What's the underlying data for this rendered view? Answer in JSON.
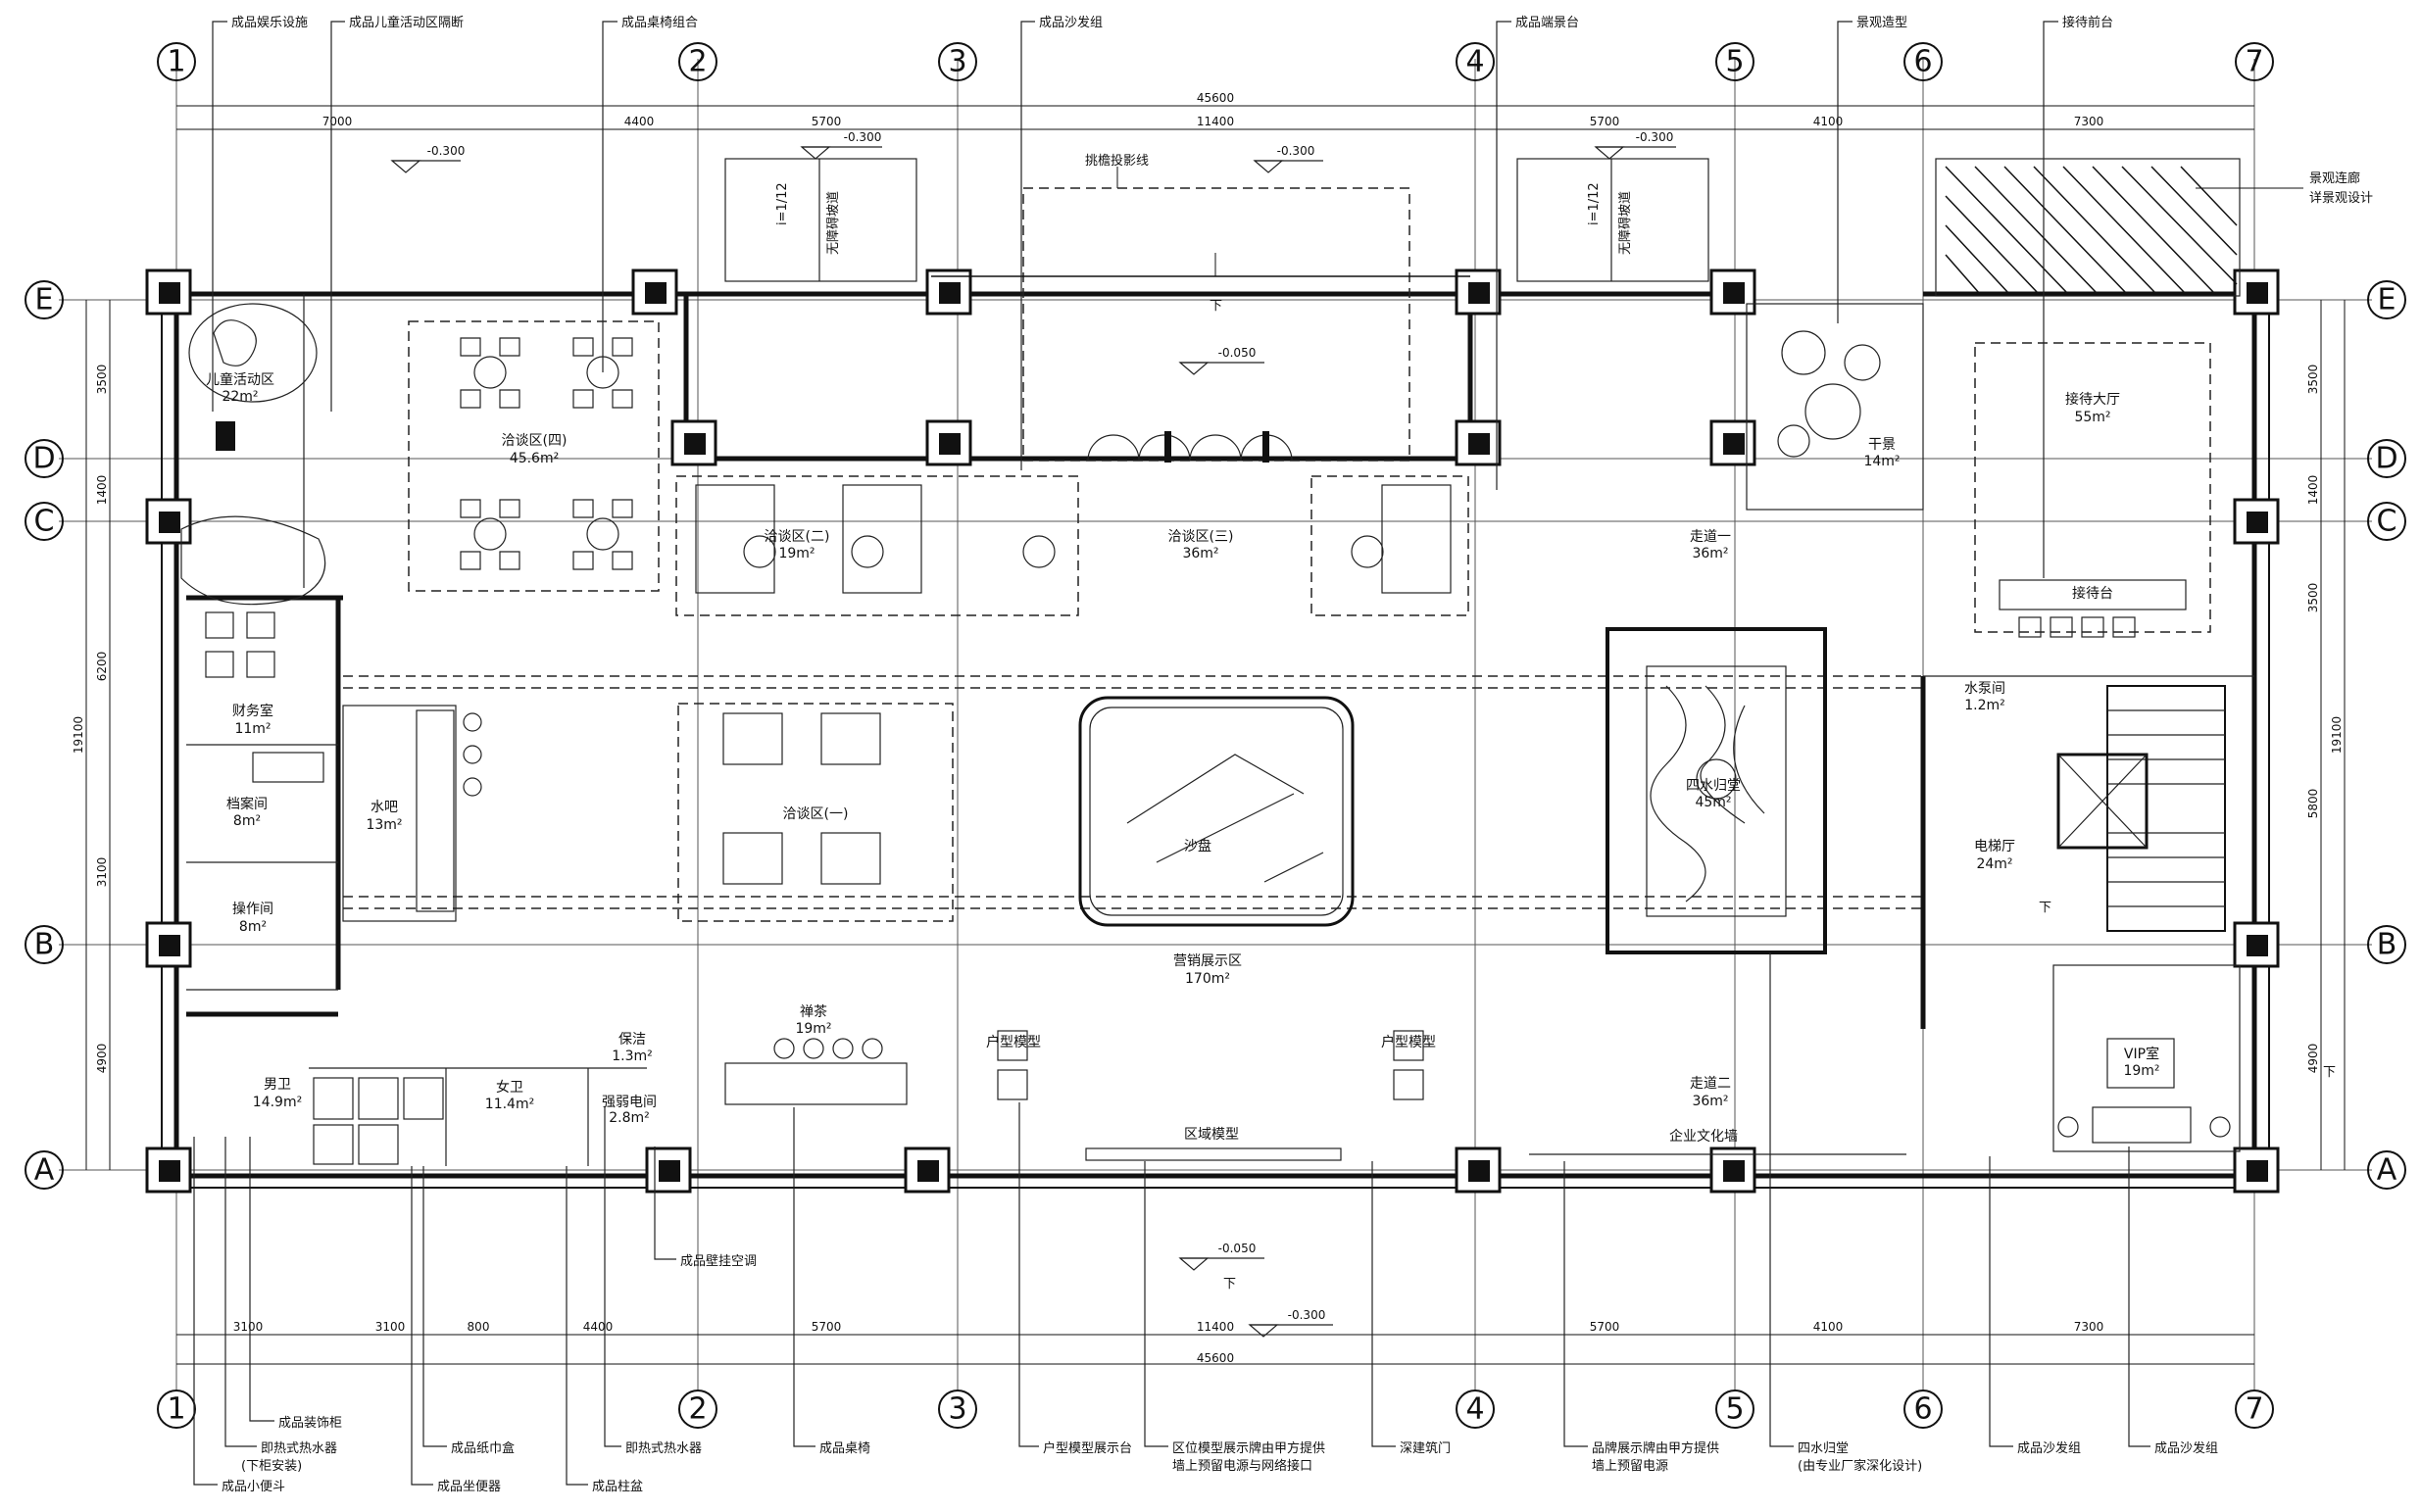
{
  "axes": {
    "numbers": [
      "1",
      "2",
      "3",
      "4",
      "5",
      "6",
      "7"
    ],
    "letters": [
      "E",
      "D",
      "C",
      "B",
      "A"
    ]
  },
  "dimensions": {
    "top_segments": [
      "7000",
      "4400",
      "5700",
      "11400",
      "5700",
      "4100",
      "7300"
    ],
    "top_total": "45600",
    "bottom_segments": [
      "3100",
      "3100",
      "800",
      "4400",
      "5700",
      "11400",
      "5700",
      "4100",
      "7300"
    ],
    "bottom_total": "45600",
    "left_segments": [
      "3500",
      "1400",
      "6200",
      "3100",
      "4900"
    ],
    "left_total": "19100",
    "right_segments": [
      "3500",
      "1400",
      "3500",
      "5800",
      "4900"
    ],
    "right_total": "19100"
  },
  "levels": {
    "top_left": "-0.300",
    "ramp_left": "-0.300",
    "porch": "-0.300",
    "ramp_right": "-0.300",
    "hall": "-0.050",
    "bottom_entry": "-0.050",
    "bottom_step": "-0.300"
  },
  "ramps": {
    "label": "无障碍坡道",
    "slope": "i=1/12",
    "down": "下"
  },
  "top_callouts": {
    "c1": "成品娱乐设施",
    "c2": "成品儿童活动区隔断",
    "c3": "成品桌椅组合",
    "c4": "成品沙发组",
    "c5": "成品端景台",
    "c6": "景观造型",
    "c7": "接待前台",
    "canopy": "挑檐投影线"
  },
  "right_note": {
    "line1": "景观连廊",
    "line2": "详景观设计"
  },
  "rooms": {
    "kids": {
      "name": "儿童活动区",
      "area": "22m²"
    },
    "talk4": {
      "name": "洽谈区(四)",
      "area": "45.6m²"
    },
    "talk2": {
      "name": "洽谈区(二)",
      "area": "19m²"
    },
    "talk3": {
      "name": "洽谈区(三)",
      "area": "36m²"
    },
    "corridor1": {
      "name": "走道一",
      "area": "36m²"
    },
    "dry_scape": {
      "name": "干景",
      "area": "14m²"
    },
    "reception_hall": {
      "name": "接待大厅",
      "area": "55m²"
    },
    "reception_desk": {
      "name": "接待台"
    },
    "finance": {
      "name": "财务室",
      "area": "11m²"
    },
    "archive": {
      "name": "档案间",
      "area": "8m²"
    },
    "operation": {
      "name": "操作间",
      "area": "8m²"
    },
    "water_bar": {
      "name": "水吧",
      "area": "13m²"
    },
    "talk1": {
      "name": "洽谈区(一)"
    },
    "sand_table": {
      "name": "沙盘"
    },
    "water_feature": {
      "name": "四水归堂",
      "area": "45m²"
    },
    "pump": {
      "name": "水泵间",
      "area": "1.2m²"
    },
    "elevator": {
      "name": "电梯厅",
      "area": "24m²"
    },
    "sales": {
      "name": "营销展示区",
      "area": "170m²"
    },
    "tea": {
      "name": "禅茶",
      "area": "19m²"
    },
    "men_wc": {
      "name": "男卫",
      "area": "14.9m²"
    },
    "women_wc": {
      "name": "女卫",
      "area": "11.4m²"
    },
    "janitor": {
      "name": "保洁",
      "area": "1.3m²"
    },
    "electric": {
      "name": "强弱电间",
      "area": "2.8m²"
    },
    "corridor2": {
      "name": "走道二",
      "area": "36m²"
    },
    "vip": {
      "name": "VIP室",
      "area": "19m²"
    }
  },
  "inline_labels": {
    "unit_model_left": "户型模型",
    "unit_model_right": "户型模型",
    "area_model": "区域模型",
    "culture_wall": "企业文化墙",
    "down_elevator": "下",
    "down_vip": "下",
    "down_bottom": "下"
  },
  "bottom_callouts": {
    "b1": "成品装饰柜",
    "b2a": "即热式热水器",
    "b2b": "(下柜安装)",
    "b3": "成品小便斗",
    "b4": "成品纸巾盒",
    "b5": "成品坐便器",
    "b6": "即热式热水器",
    "b7": "成品柱盆",
    "b8": "成品壁挂空调",
    "b9": "成品桌椅",
    "b10": "户型模型展示台",
    "b11a": "区位模型展示牌由甲方提供",
    "b11b": "墙上预留电源与网络接口",
    "b12": "深建筑门",
    "b13a": "品牌展示牌由甲方提供",
    "b13b": "墙上预留电源",
    "b14a": "四水归堂",
    "b14b": "(由专业厂家深化设计)",
    "b15": "成品沙发组",
    "b16": "成品沙发组"
  }
}
